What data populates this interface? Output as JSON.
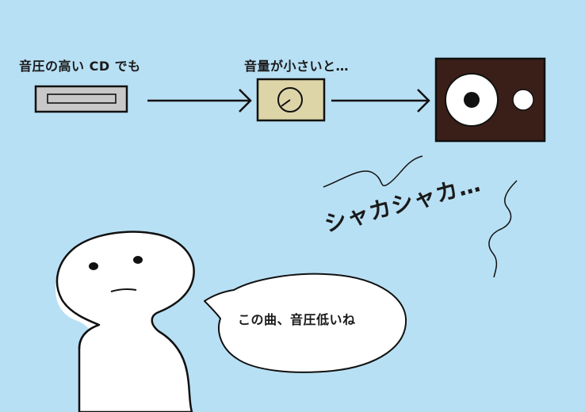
{
  "labels": {
    "cd": "音圧の高い CD でも",
    "volume": "音量が小さいと…",
    "sound": "シャカシャカ…",
    "speech": "この曲、音圧低いね"
  },
  "colors": {
    "background": "#b8e0f4",
    "cd_player": "#c8c8c8",
    "amplifier": "#ddd5a8",
    "speaker": "#3a1f18",
    "outline": "#111111",
    "character": "#ffffff"
  },
  "icons": {
    "cd_player": "cd-player-icon",
    "amplifier": "volume-knob-icon",
    "speaker": "speaker-icon"
  }
}
